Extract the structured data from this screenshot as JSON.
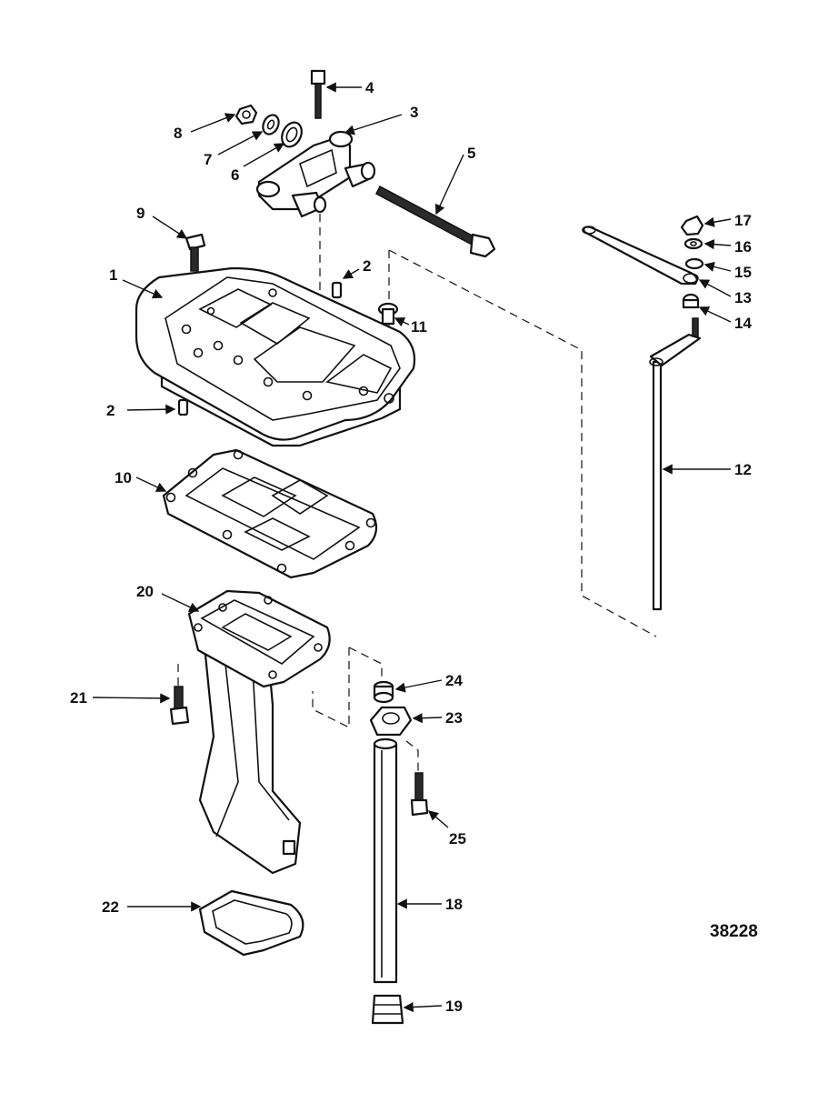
{
  "figure_number": "38228",
  "parts": [
    {
      "id": "1",
      "label": "1"
    },
    {
      "id": "2a",
      "label": "2"
    },
    {
      "id": "2b",
      "label": "2"
    },
    {
      "id": "3",
      "label": "3"
    },
    {
      "id": "4",
      "label": "4"
    },
    {
      "id": "5",
      "label": "5"
    },
    {
      "id": "6",
      "label": "6"
    },
    {
      "id": "7",
      "label": "7"
    },
    {
      "id": "8",
      "label": "8"
    },
    {
      "id": "9",
      "label": "9"
    },
    {
      "id": "10",
      "label": "10"
    },
    {
      "id": "11",
      "label": "11"
    },
    {
      "id": "12",
      "label": "12"
    },
    {
      "id": "13",
      "label": "13"
    },
    {
      "id": "14",
      "label": "14"
    },
    {
      "id": "15",
      "label": "15"
    },
    {
      "id": "16",
      "label": "16"
    },
    {
      "id": "17",
      "label": "17"
    },
    {
      "id": "18",
      "label": "18"
    },
    {
      "id": "19",
      "label": "19"
    },
    {
      "id": "20",
      "label": "20"
    },
    {
      "id": "21",
      "label": "21"
    },
    {
      "id": "22",
      "label": "22"
    },
    {
      "id": "23",
      "label": "23"
    },
    {
      "id": "24",
      "label": "24"
    },
    {
      "id": "25",
      "label": "25"
    }
  ]
}
